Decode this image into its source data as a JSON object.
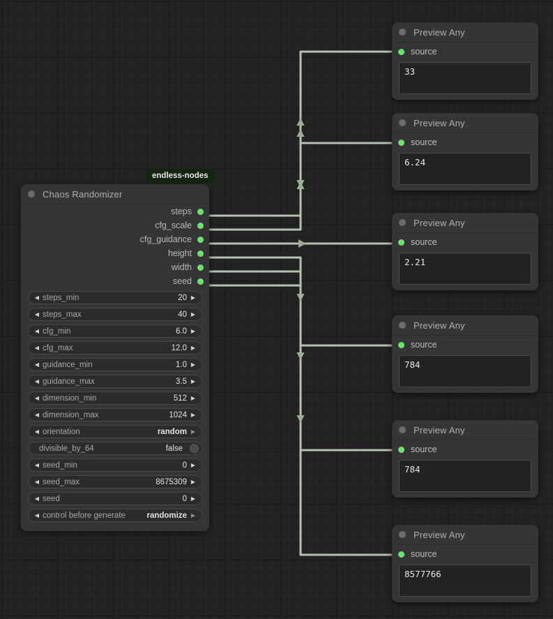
{
  "canvas": {
    "background_color": "#222222",
    "grid_minor_color": "#262626",
    "grid_major_color": "#1b1b1b",
    "wire_color": "#b4c3af",
    "slot_color": "#6ee36e"
  },
  "badge": {
    "label": "endless-nodes"
  },
  "randomizer_node": {
    "title": "Chaos Randomizer",
    "outputs": [
      {
        "label": "steps"
      },
      {
        "label": "cfg_scale"
      },
      {
        "label": "cfg_guidance"
      },
      {
        "label": "height"
      },
      {
        "label": "width"
      },
      {
        "label": "seed"
      }
    ],
    "widgets": [
      {
        "name": "steps_min",
        "value": "20",
        "type": "number"
      },
      {
        "name": "steps_max",
        "value": "40",
        "type": "number"
      },
      {
        "name": "cfg_min",
        "value": "6.0",
        "type": "number"
      },
      {
        "name": "cfg_max",
        "value": "12.0",
        "type": "number"
      },
      {
        "name": "guidance_min",
        "value": "1.0",
        "type": "number"
      },
      {
        "name": "guidance_max",
        "value": "3.5",
        "type": "number"
      },
      {
        "name": "dimension_min",
        "value": "512",
        "type": "number"
      },
      {
        "name": "dimension_max",
        "value": "1024",
        "type": "number"
      },
      {
        "name": "orientation",
        "value": "random",
        "type": "combo"
      },
      {
        "name": "divisible_by_64",
        "value": "false",
        "type": "toggle"
      },
      {
        "name": "seed_min",
        "value": "0",
        "type": "number"
      },
      {
        "name": "seed_max",
        "value": "8675309",
        "type": "number"
      },
      {
        "name": "seed",
        "value": "0",
        "type": "number"
      },
      {
        "name": "control before generate",
        "value": "randomize",
        "type": "combo"
      }
    ]
  },
  "preview_nodes": [
    {
      "title": "Preview Any",
      "input": "source",
      "value": "33"
    },
    {
      "title": "Preview Any",
      "input": "source",
      "value": "6.24"
    },
    {
      "title": "Preview Any",
      "input": "source",
      "value": "2.21"
    },
    {
      "title": "Preview Any",
      "input": "source",
      "value": "784"
    },
    {
      "title": "Preview Any",
      "input": "source",
      "value": "784"
    },
    {
      "title": "Preview Any",
      "input": "source",
      "value": "8577766"
    }
  ]
}
